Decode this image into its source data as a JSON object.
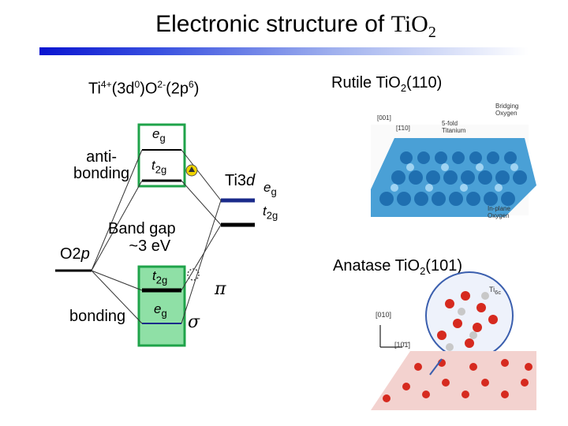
{
  "title": {
    "text": "Electronic structure of ",
    "formula": "TiO",
    "formula_sub": "2"
  },
  "ion_config": {
    "ti": "Ti",
    "ti_sup": "4+",
    "ti_conf": "(3d",
    "ti_conf_sup": "0",
    "ti_conf_end": ")O",
    "o_sup": "2-",
    "o_conf": "(2p",
    "o_conf_sup": "6",
    "o_conf_end": ")"
  },
  "diagram": {
    "antibonding_label": "anti-\nbonding",
    "bonding_label": "bonding",
    "o2p_main": "O2",
    "o2p_ital": "p",
    "ti3d_main": "Ti3",
    "ti3d_ital": "d",
    "band_gap_line1": "Band gap",
    "band_gap_line2": "~3 eV",
    "eg_upper_main": "e",
    "eg_upper_sub": "g",
    "t2g_upper_main": "t",
    "t2g_upper_sub": "2g",
    "t2g_lower_main": "t",
    "t2g_lower_sub": "2g",
    "eg_lower_main": "e",
    "eg_lower_sub": "g",
    "ti_eg_main": "e",
    "ti_eg_sub": "g",
    "ti_t2g_main": "t",
    "ti_t2g_sub": "2g",
    "pi_symbol": "π",
    "sigma_symbol": "σ"
  },
  "rutile": {
    "label": "Rutile TiO",
    "label_sub": "2",
    "label_end": "(110)",
    "caption_bridging": "Bridging\nOxygen",
    "caption_titanium": "5-fold\nTitanium",
    "caption_inplane": "In-plane\nOxygen",
    "caption_001": "[001]",
    "caption_110": "[1̄10]"
  },
  "anatase": {
    "label": "Anatase TiO",
    "label_sub": "2",
    "label_end": "(101)",
    "caption_010": "[010]",
    "caption_101": "[10̄1̄]",
    "caption_ti": "Ti",
    "caption_ti_sub": "6c"
  },
  "colors": {
    "antibonding_box": "#1fa34a",
    "bonding_box": "#1fa34a",
    "bonding_fill": "#8fe0a6",
    "arrow": "#f0d400",
    "level": "#000000",
    "ti_level": "#1a2a8a"
  }
}
